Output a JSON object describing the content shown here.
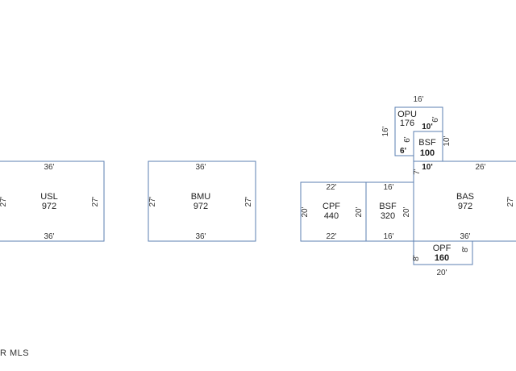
{
  "sketch": {
    "usl": {
      "code": "USL",
      "area": "972",
      "top": "36'",
      "bottom": "36'",
      "left": "27'",
      "right": "27'"
    },
    "bmu": {
      "code": "BMU",
      "area": "972",
      "top": "36'",
      "bottom": "36'",
      "left": "27'",
      "right": "27'"
    },
    "cpf": {
      "code": "CPF",
      "area": "440",
      "top": "22'",
      "bottom": "22'",
      "left": "20'",
      "right": "20'"
    },
    "bsf1": {
      "code": "BSF",
      "area": "320",
      "top": "16'",
      "bottom": "16'",
      "right": "20'"
    },
    "bas": {
      "code": "BAS",
      "area": "972",
      "top_left": "10'",
      "top_right": "26'",
      "bottom": "36'",
      "right": "27'",
      "left": "7'"
    },
    "opu": {
      "code": "OPU",
      "area": "176",
      "top": "16'",
      "left": "16'",
      "inner_bottom": "10'",
      "right": "6'",
      "bottom_left": "6'"
    },
    "bsf2": {
      "code": "BSF",
      "area": "100",
      "left": "6'",
      "right": "10'"
    },
    "opf": {
      "code": "OPF",
      "area": "160",
      "bottom": "20'",
      "left": "8'",
      "right": "8'"
    }
  },
  "footer": {
    "text": "R MLS"
  }
}
